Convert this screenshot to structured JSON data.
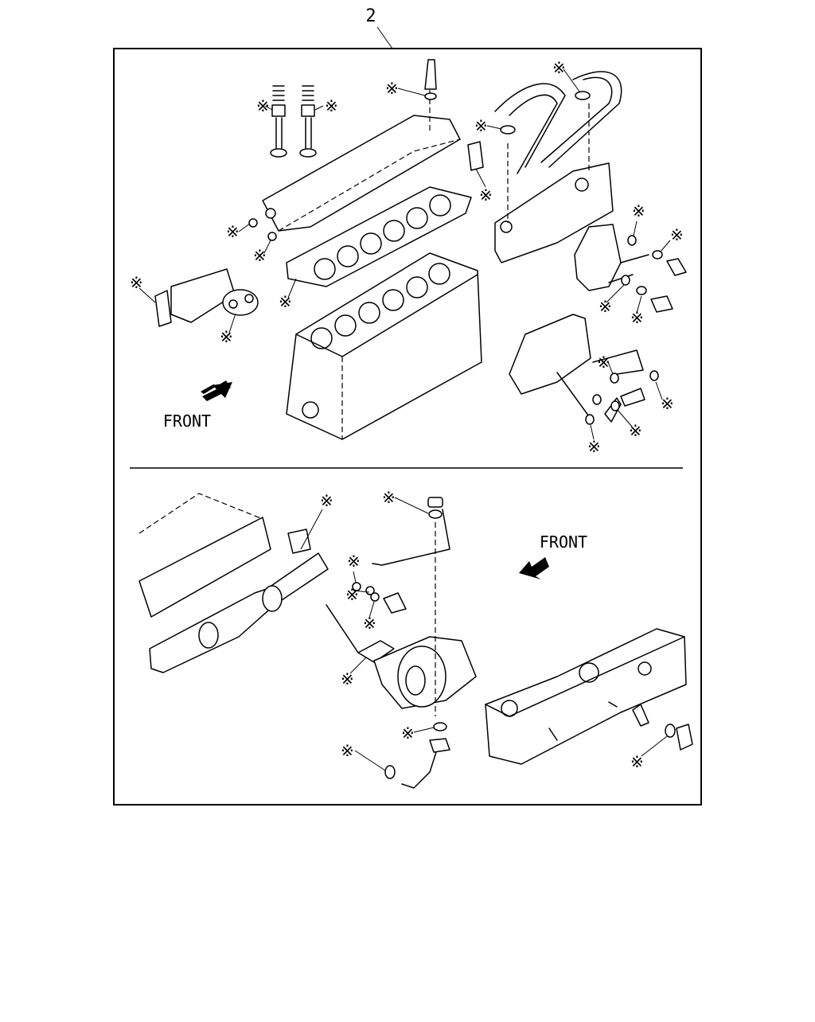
{
  "diagram": {
    "item_number": "2",
    "upper_panel": {
      "direction_label": "FRONT"
    },
    "lower_panel": {
      "direction_label": "FRONT"
    },
    "kit_marker": "※"
  }
}
